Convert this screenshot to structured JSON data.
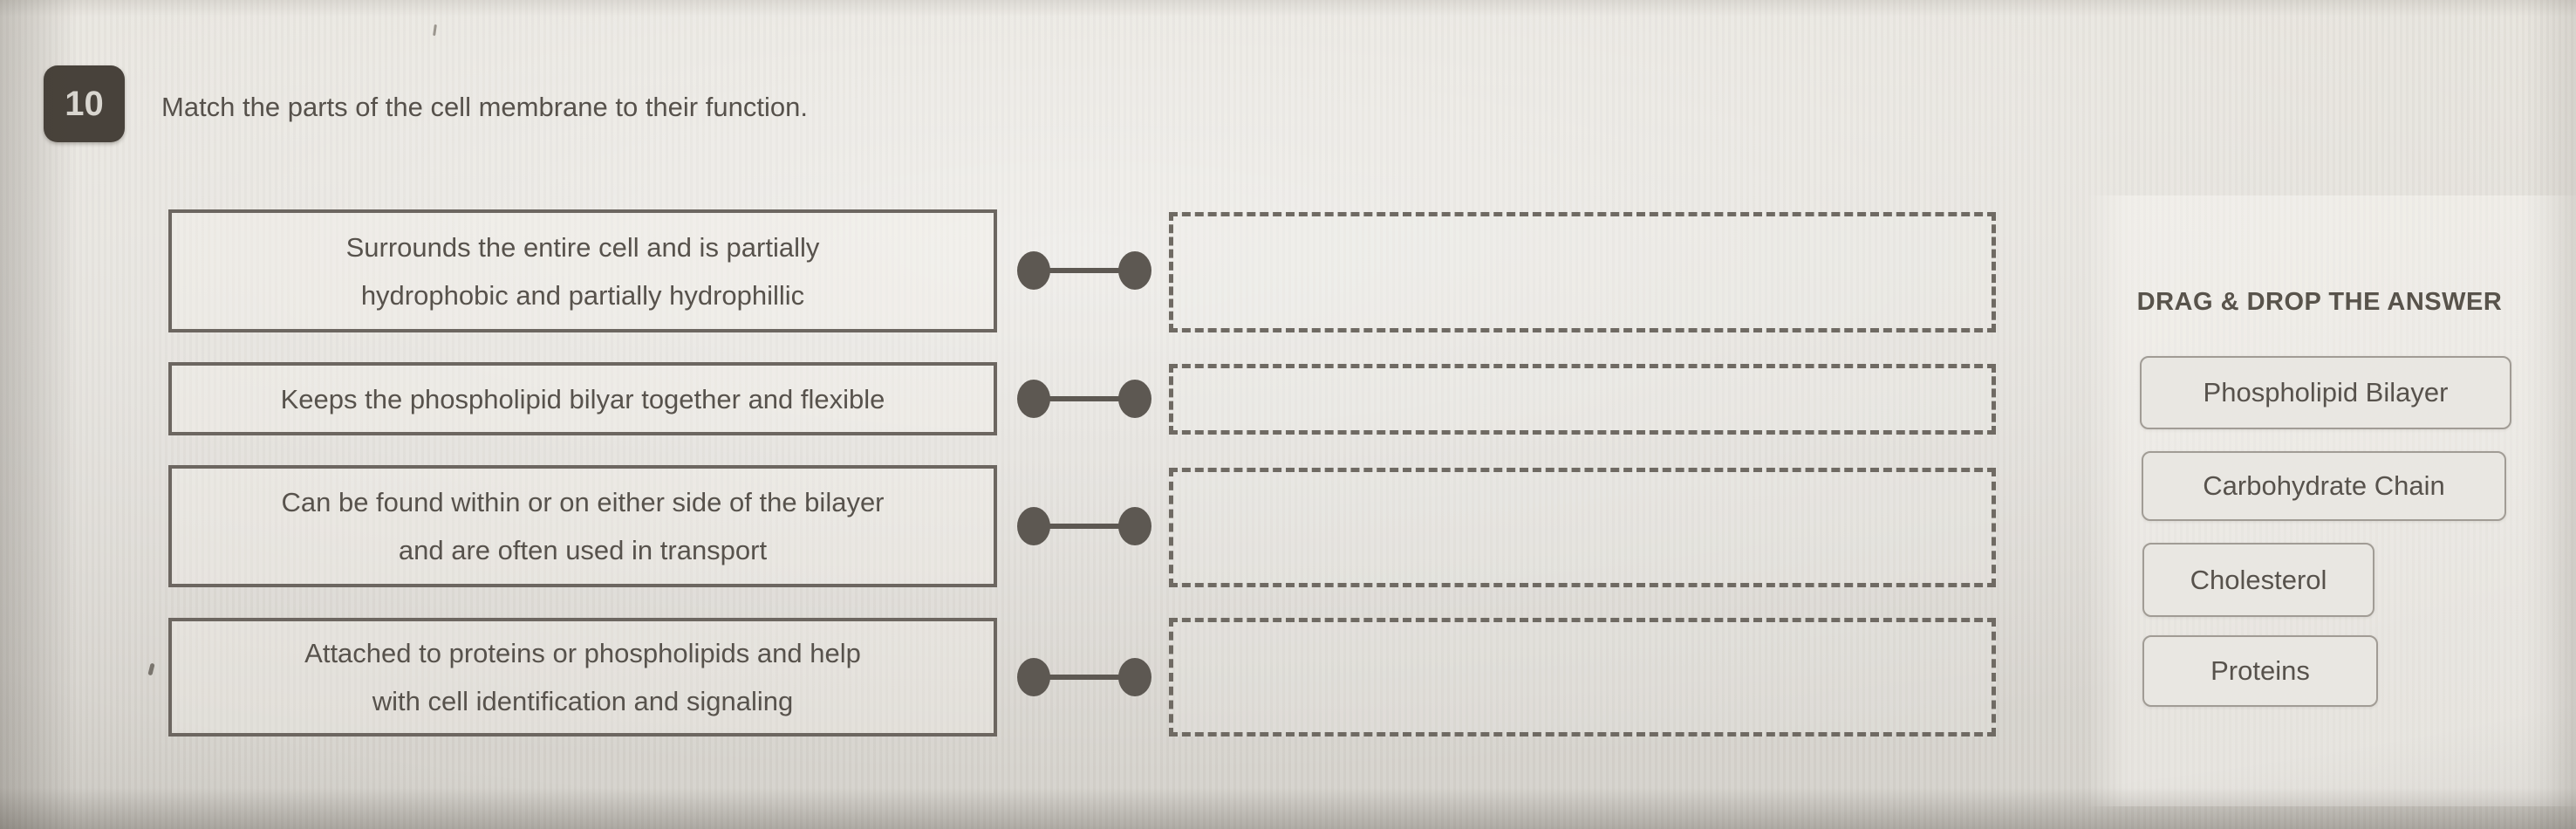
{
  "question": {
    "number": "10",
    "title": "Match the parts of the cell membrane to their function."
  },
  "prompts": [
    {
      "lines": [
        "Surrounds the entire cell and is partially",
        "hydrophobic and partially hydrophillic"
      ]
    },
    {
      "lines": [
        "Keeps the phospholipid bilyar together and flexible"
      ]
    },
    {
      "lines": [
        "Can be found within or on either side of the bilayer",
        "and are often used in transport"
      ]
    },
    {
      "lines": [
        "Attached to proteins or phospholipids and help",
        "with cell identification and signaling"
      ]
    }
  ],
  "answers": {
    "instruction": "DRAG & DROP THE ANSWER",
    "options": [
      {
        "label": "Phospholipid Bilayer"
      },
      {
        "label": "Carbohydrate Chain"
      },
      {
        "label": "Cholesterol"
      },
      {
        "label": "Proteins"
      }
    ]
  },
  "colors": {
    "badge_background": "#48423b",
    "text": "#57524c",
    "box_border": "#6c6660",
    "dashed_border": "#6f6a63",
    "connector": "#5d5852",
    "chip_border": "#a19c95",
    "chip_background": "#e9e7e2",
    "page_background": "#dedbd5"
  }
}
